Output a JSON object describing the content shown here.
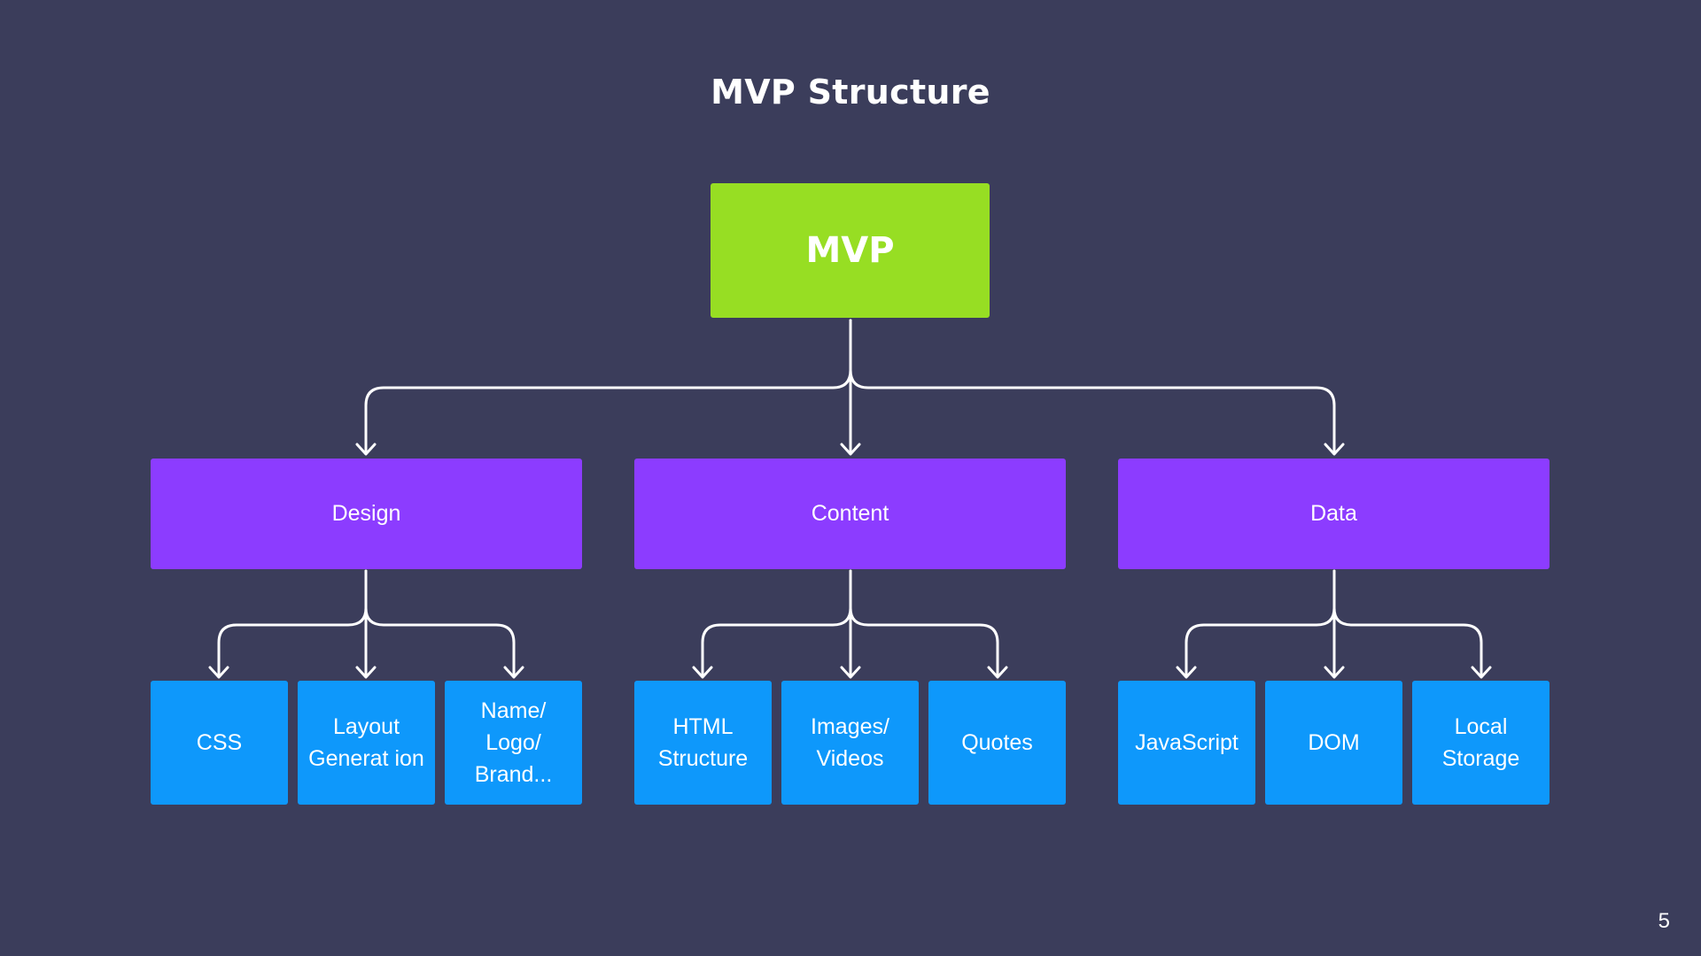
{
  "title": "MVP Structure",
  "root": {
    "label": "MVP",
    "color": "#97de23"
  },
  "groups": [
    {
      "label": "Design",
      "children": [
        "CSS",
        "Layout Generat ion",
        "Name/ Logo/ Brand..."
      ]
    },
    {
      "label": "Content",
      "children": [
        "HTML Structure",
        "Images/ Videos",
        "Quotes"
      ]
    },
    {
      "label": "Data",
      "children": [
        "JavaScript",
        "DOM",
        "Local Storage"
      ]
    }
  ],
  "colors": {
    "background": "#3b3d5b",
    "group": "#8c3cff",
    "leaf": "#0e98fb",
    "connector": "#ffffff"
  },
  "page_number": "5"
}
